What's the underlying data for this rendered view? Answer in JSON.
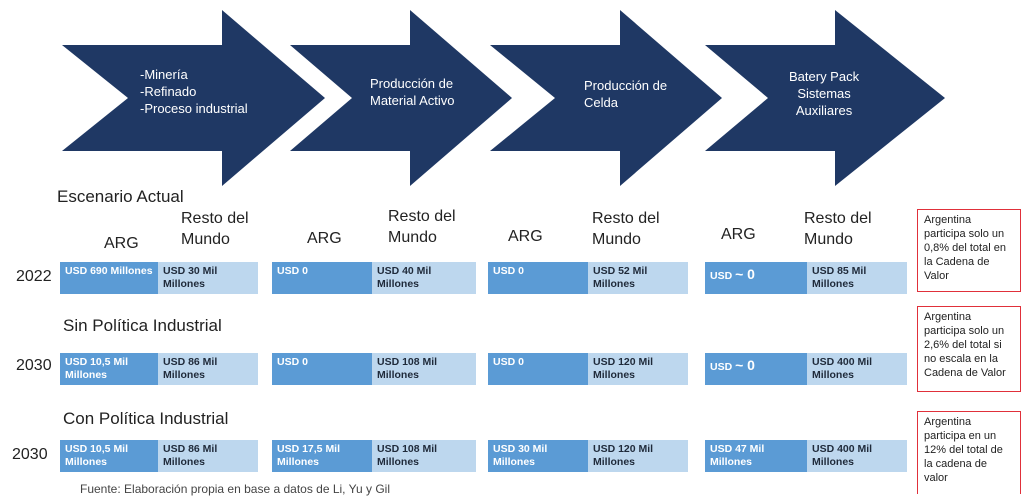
{
  "stages": [
    {
      "text": "-Minería\n-Refinado\n-Proceso industrial"
    },
    {
      "text": "Producción de\nMaterial Activo"
    },
    {
      "text": "Producción de\nCelda"
    },
    {
      "text": "Batery Pack\nSistemas\nAuxiliares"
    }
  ],
  "columns": {
    "arg": "ARG",
    "rest": "Resto del\nMundo"
  },
  "scenarios": [
    {
      "title": "Escenario Actual",
      "year": "2022",
      "cells": [
        {
          "arg": "USD 690 Millones",
          "rest": "USD 30 Mil\nMillones"
        },
        {
          "arg": "USD  0",
          "rest": "USD 40 Mil\nMillones"
        },
        {
          "arg": "USD  0",
          "rest": "USD 52 Mil\nMillones"
        },
        {
          "arg_prefix": "USD",
          "arg_value": "~ 0",
          "rest": "USD 85 Mil\nMillones"
        }
      ],
      "note": "Argentina\nparticipa solo un\n0,8% del total en\nla Cadena de\nValor"
    },
    {
      "title": "Sin Política Industrial",
      "year": "2030",
      "cells": [
        {
          "arg": "USD  10,5 Mil\nMillones",
          "rest": "USD 86 Mil\nMillones"
        },
        {
          "arg": "USD 0",
          "rest": "USD 108 Mil\nMillones"
        },
        {
          "arg": "USD 0",
          "rest": "USD 120 Mil\nMillones"
        },
        {
          "arg_prefix": "USD",
          "arg_value": "~ 0",
          "rest": "USD 400 Mil\nMillones"
        }
      ],
      "note": "Argentina\nparticipa solo un\n2,6% del total si\nno escala en la\nCadena de Valor"
    },
    {
      "title": "Con Política Industrial",
      "year": "2030",
      "cells": [
        {
          "arg": "USD  10,5 Mil\nMillones",
          "rest": "USD 86 Mil\nMillones"
        },
        {
          "arg": "USD 17,5 Mil\nMillones",
          "rest": "USD 108 Mil\nMillones"
        },
        {
          "arg": "USD 30 Mil\nMillones",
          "rest": "USD 120 Mil\nMillones"
        },
        {
          "arg": "USD  47 Mil\nMillones",
          "rest": "USD 400 Mil\nMillones"
        }
      ],
      "note": "Argentina\nparticipa en un\n12% del total de\nla cadena de\nvalor"
    }
  ],
  "footer": "Fuente: Elaboración propia en base a datos de Li, Yu y Gil",
  "colors": {
    "arrow": "#1f3864",
    "arg_cell": "#5b9bd5",
    "rest_cell": "#bdd7ee",
    "note_border": "#e0303a"
  }
}
